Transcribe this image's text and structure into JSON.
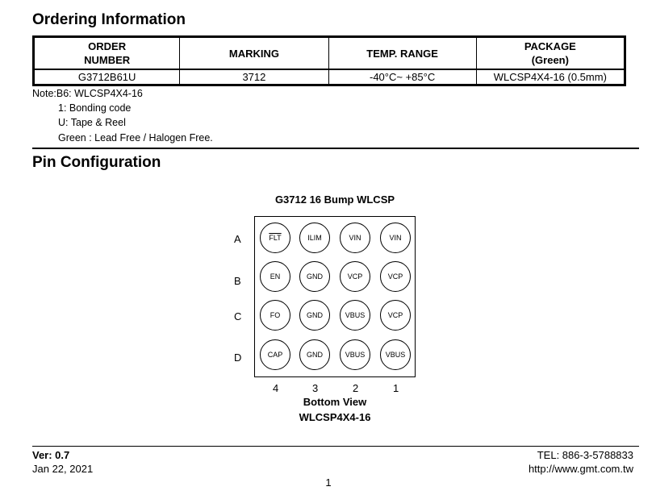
{
  "ordering": {
    "title": "Ordering Information",
    "headers": [
      {
        "line1": "ORDER",
        "line2": "NUMBER"
      },
      {
        "line1": "MARKING",
        "line2": ""
      },
      {
        "line1": "TEMP. RANGE",
        "line2": ""
      },
      {
        "line1": "PACKAGE",
        "line2": "(Green)"
      }
    ],
    "row": [
      "G3712B61U",
      "3712",
      "-40°C~ +85°C",
      "WLCSP4X4-16 (0.5mm)"
    ]
  },
  "notes": [
    "Note:B6: WLCSP4X4-16",
    "1: Bonding code",
    "U: Tape & Reel",
    "Green : Lead Free / Halogen Free."
  ],
  "pin_config": {
    "title": "Pin Configuration",
    "package_title": "G3712 16 Bump WLCSP",
    "rows": [
      "A",
      "B",
      "C",
      "D"
    ],
    "cols": [
      "4",
      "3",
      "2",
      "1"
    ],
    "grid": [
      [
        "FLT",
        "ILIM",
        "VIN",
        "VIN"
      ],
      [
        "EN",
        "GND",
        "VCP",
        "VCP"
      ],
      [
        "FO",
        "GND",
        "VBUS",
        "VCP"
      ],
      [
        "CAP",
        "GND",
        "VBUS",
        "VBUS"
      ]
    ],
    "view_label": "Bottom View",
    "package_label": "WLCSP4X4-16"
  },
  "footer": {
    "version": "Ver: 0.7",
    "date": "Jan 22, 2021",
    "tel": "TEL: 886-3-5788833",
    "url": "http://www.gmt.com.tw",
    "page": "1"
  }
}
